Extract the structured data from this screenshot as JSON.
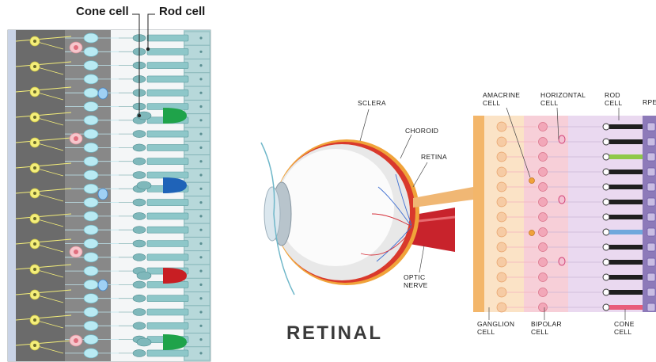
{
  "left_panel": {
    "cone_cell_label": "Cone cell",
    "rod_cell_label": "Rod cell"
  },
  "eye_diagram": {
    "title": "RETINAL",
    "labels": {
      "sclera": "SCLERA",
      "choroid": "CHOROID",
      "retina": "RETINA",
      "optic_nerve": "OPTIC\nNERVE"
    }
  },
  "retina_detail": {
    "labels": {
      "amacrine": "AMACRINE\nCELL",
      "horizontal": "HORIZONTAL\nCELL",
      "rod": "ROD\nCELL",
      "rpe": "RPE",
      "ganglion": "GANGLION\nCELL",
      "bipolar": "BIPOLAR\nCELL",
      "cone": "CONE\nCELL"
    }
  },
  "colors": {
    "ganglion_yellow": "#f4ee7a",
    "bipolar_cyan": "#b9eaf3",
    "rod_teal": "#8ec7c9",
    "cone_green": "#1fa34a",
    "cone_blue": "#1f63b8",
    "cone_red": "#c81e23",
    "amacrine_pink": "#f3a4b0",
    "horizontal_blue": "#4b95e0"
  }
}
